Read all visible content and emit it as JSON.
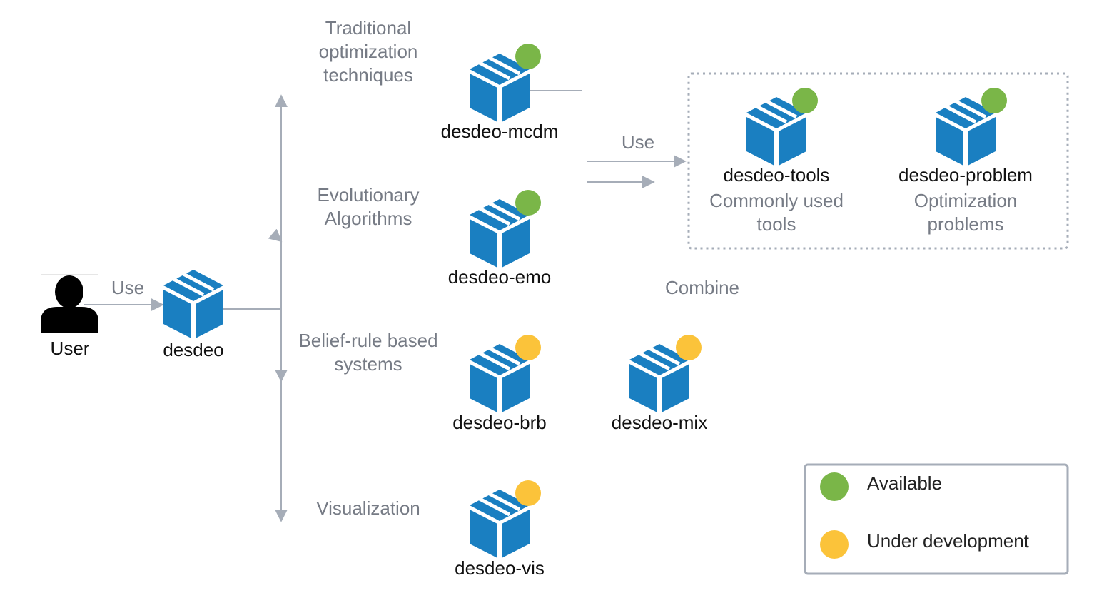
{
  "user": {
    "label": "User"
  },
  "packages": {
    "core": {
      "name": "desdeo"
    },
    "mcdm": {
      "name": "desdeo-mcdm",
      "status": "available"
    },
    "emo": {
      "name": "desdeo-emo",
      "status": "available"
    },
    "brb": {
      "name": "desdeo-brb",
      "status": "development"
    },
    "vis": {
      "name": "desdeo-vis",
      "status": "development"
    },
    "mix": {
      "name": "desdeo-mix",
      "status": "development"
    },
    "tools": {
      "name": "desdeo-tools",
      "status": "available",
      "desc1": "Commonly used",
      "desc2": "tools"
    },
    "problem": {
      "name": "desdeo-problem",
      "status": "available",
      "desc1": "Optimization",
      "desc2": "problems"
    }
  },
  "edges": {
    "user_use": "Use",
    "trad1": "Traditional",
    "trad2": "optimization",
    "trad3": "techniques",
    "evo1": "Evolutionary",
    "evo2": "Algorithms",
    "brb1": "Belief-rule based",
    "brb2": "systems",
    "vis": "Visualization",
    "use": "Use",
    "combine": "Combine"
  },
  "legend": {
    "available": "Available",
    "development": "Under development"
  },
  "colors": {
    "package_blue": "#1a7fc1",
    "available_green": "#7ab648",
    "development_yellow": "#fbc33a",
    "connector_gray": "#a6adb8",
    "label_gray": "#767b85"
  },
  "icons": {
    "package": "package-box-icon",
    "user": "user-silhouette-icon"
  }
}
